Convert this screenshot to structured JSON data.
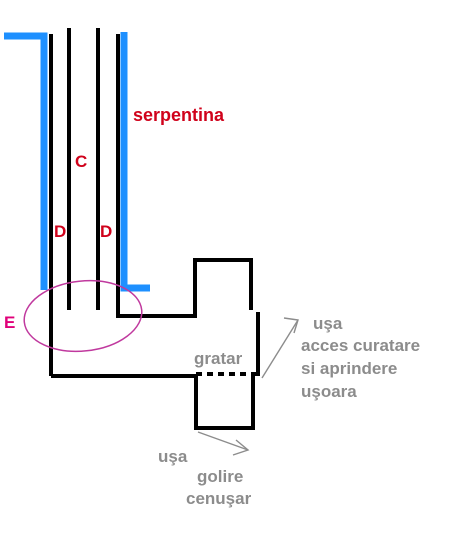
{
  "labels": {
    "serpentina": "serpentina",
    "c": "C",
    "d_left": "D",
    "d_right": "D",
    "e": "E",
    "gratar": "gratar",
    "usa_right": "uşa",
    "acces_curatare": "acces curatare",
    "si_aprindere": "si aprindere",
    "usoara": "uşoara",
    "usa_bottom": "uşa",
    "golire": "golire",
    "cenusar": "cenuşar"
  },
  "colors": {
    "serpentine": "#1e90ff",
    "walls": "#000000",
    "label_red": "#d0021b",
    "label_magenta": "#e0007a",
    "ellipse": "#c0399e",
    "annotation_gray": "#8c8c8c"
  }
}
